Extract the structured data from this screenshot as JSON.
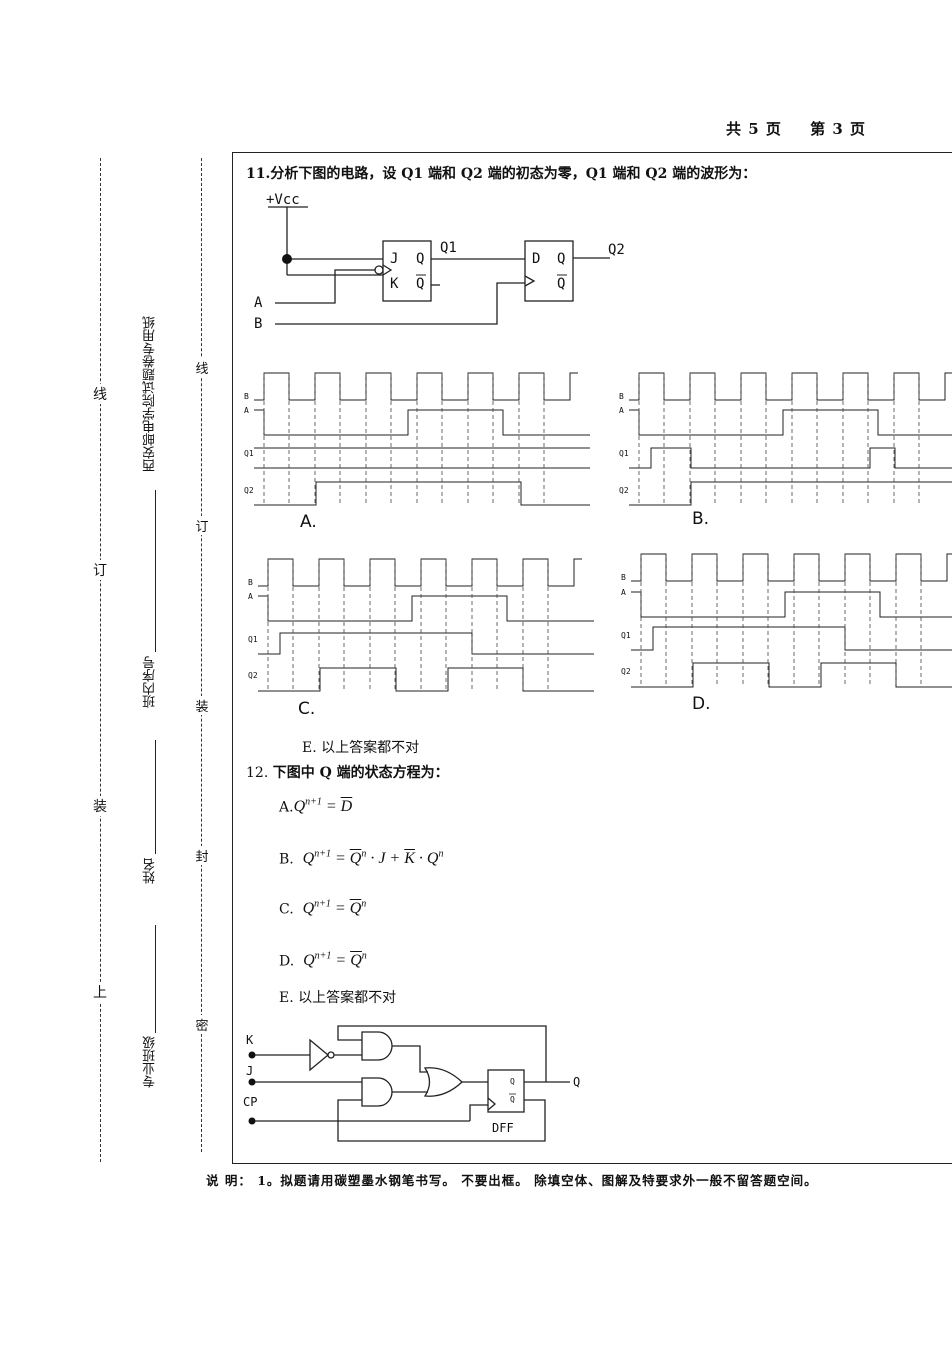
{
  "header": {
    "total_pages": "共 5 页",
    "current_page": "第 3 页"
  },
  "binding_margin": {
    "outer": [
      "上",
      "装",
      "订",
      "线"
    ],
    "inner": [
      "密",
      "封",
      "装",
      "订",
      "线"
    ],
    "fields": [
      "专业班级",
      "姓名",
      "班内序号",
      "西安邮电学院试题卷专用纸"
    ]
  },
  "q11": {
    "text": "11.分析下图的电路，设 Q1 端和 Q2 端的初态为零，Q1 端和 Q2 端的波形为：",
    "circuit": {
      "vcc": "+Vcc",
      "a": "A",
      "b": "B",
      "q1": "Q1",
      "q2": "Q2",
      "j": "J",
      "k": "K",
      "d": "D",
      "q": "Q"
    },
    "options": [
      "A.",
      "B.",
      "C.",
      "D."
    ],
    "signals": [
      "B",
      "A",
      "Q1",
      "Q2"
    ],
    "option_e": "E. 以上答案都不对"
  },
  "q12": {
    "number": "12.",
    "text": "下图中 Q 端的状态方程为：",
    "a_label": "A.",
    "b_label": "B.",
    "c_label": "C.",
    "d_label": "D.",
    "option_e": "E. 以上答案都不对",
    "circuit": {
      "k": "K",
      "j": "J",
      "cp": "CP",
      "q": "Q",
      "dff": "DFF"
    }
  },
  "note": "说 明： 1。拟题请用碳塑墨水钢笔书写。 不要出框。 除填空体、图解及特要求外一般不留答题空间。"
}
